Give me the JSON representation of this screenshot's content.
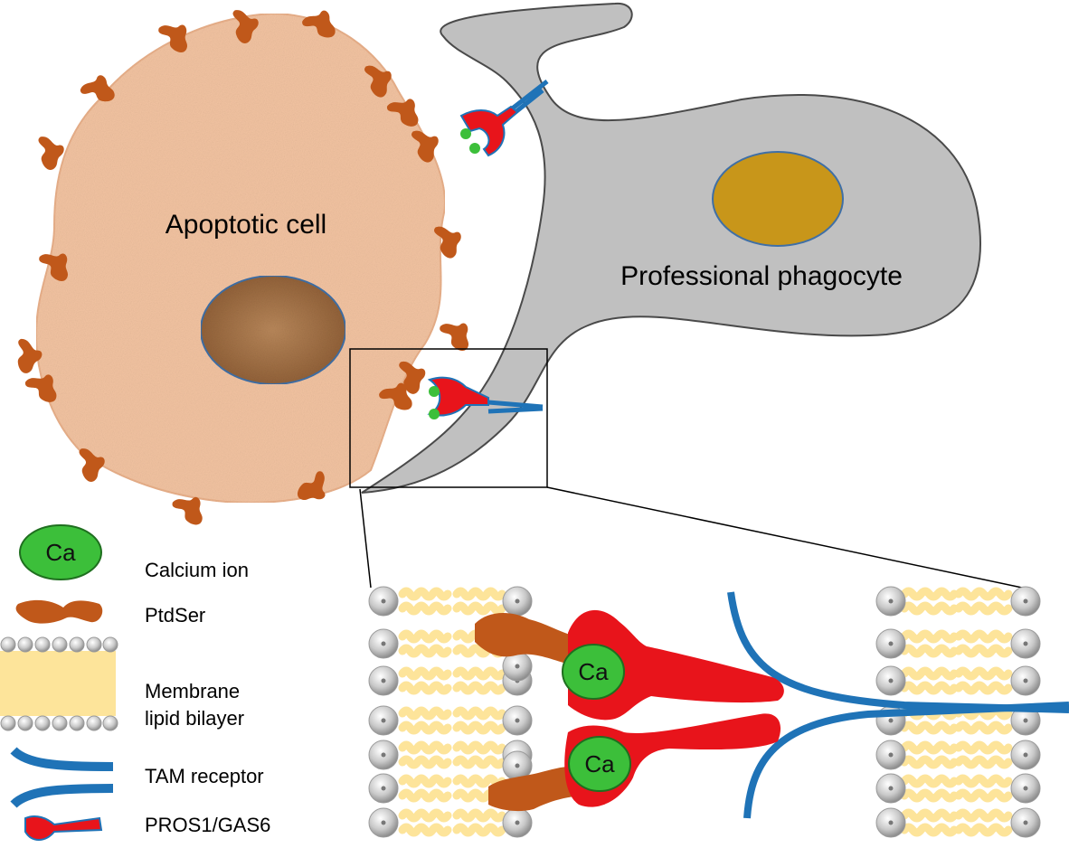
{
  "labels": {
    "apoptotic_cell": "Apoptotic cell",
    "phagocyte": "Professional phagocyte"
  },
  "legend": [
    {
      "icon": "calcium-ion-icon",
      "label": "Calcium ion"
    },
    {
      "icon": "ptdser-icon",
      "label": "PtdSer"
    },
    {
      "icon": "lipid-bilayer-icon",
      "label": "Membrane\nlipid bilayer"
    },
    {
      "icon": "tam-receptor-icon",
      "label": "TAM receptor"
    },
    {
      "icon": "pros1-gas6-icon",
      "label": "PROS1/GAS6"
    }
  ],
  "legend_ca_symbol": "Ca",
  "zoom": {
    "ca_upper": "Ca",
    "ca_lower": "Ca"
  },
  "colors": {
    "apoptotic_cell": "#f2c3a1",
    "phagocyte": "#c0c0c0",
    "ptdser": "#c0581a",
    "receptor": "#1f73b7",
    "ligand": "#e8141b",
    "calcium": "#3cbf3a",
    "nucleus_phagocyte": "#c8961a",
    "lipid_tail": "#fde49a"
  }
}
